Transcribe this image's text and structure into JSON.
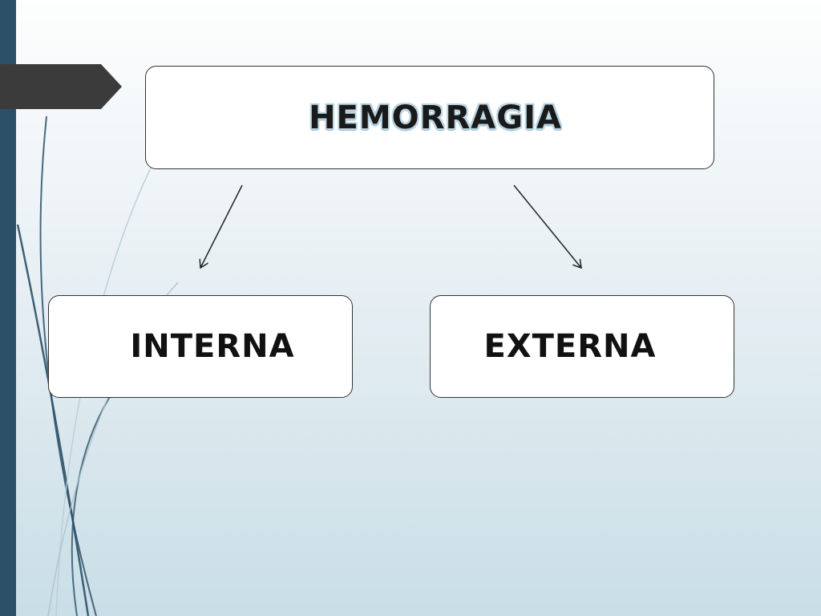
{
  "diagram": {
    "root": {
      "label": "HEMORRAGIA"
    },
    "children": [
      {
        "label": "INTERNA"
      },
      {
        "label": "EXTERNA"
      }
    ]
  },
  "colors": {
    "left_bar": "#2b5068",
    "tab_marker": "#3b3b3b",
    "box_border": "#333333",
    "title_glow": "#bcd6e4"
  }
}
